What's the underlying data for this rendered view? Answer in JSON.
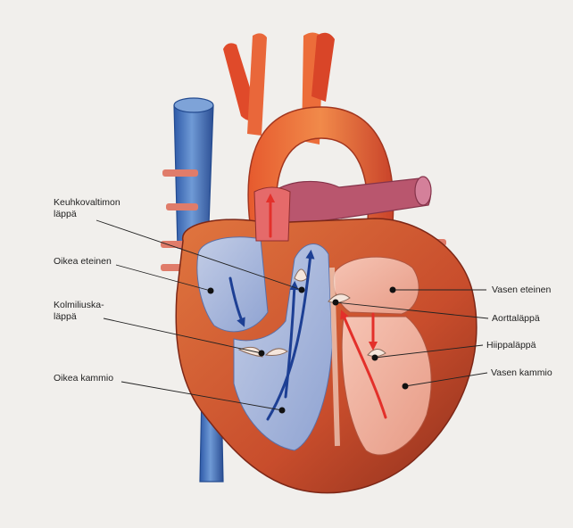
{
  "labels": {
    "keuhkovaltimon_lappa": [
      "Keuhkovaltimon",
      "läppä"
    ],
    "oikea_eteinen": "Oikea eteinen",
    "kolmiliuskalappa": [
      "Kolmiliuska-",
      "läppä"
    ],
    "oikea_kammio": "Oikea kammio",
    "vasen_eteinen": "Vasen eteinen",
    "aorttalappa": "Aorttaläppä",
    "hiippalappa": "Hiippaläppä",
    "vasen_kammio": "Vasen kammio"
  },
  "colors": {
    "deoxygenated_blood": "#3566c4",
    "oxygenated_blood": "#e3302a",
    "heart_muscle": "#c84d2c",
    "right_chamber_interior": "#a8b8dc",
    "left_chamber_interior": "#f0b0a0",
    "background": "#f1efec"
  }
}
